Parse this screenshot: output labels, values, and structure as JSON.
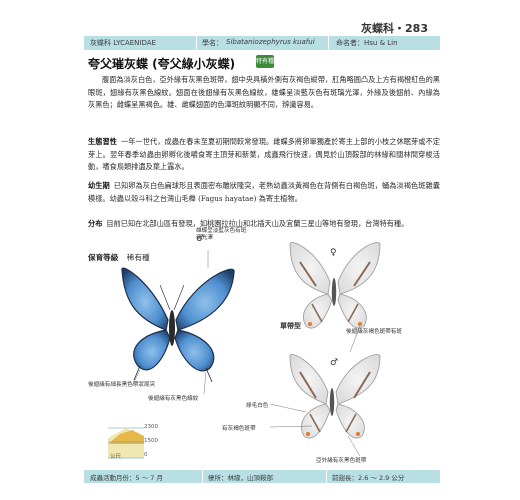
{
  "header": {
    "family_page": "灰蝶科・283"
  },
  "info_bar": {
    "family": "灰蝶科 LYCAENIDAE",
    "scientific_label": "學名：",
    "scientific_name": "Sibataniozephyrus kuafui",
    "author": "命名者：Hsu & Lin"
  },
  "species": {
    "title": "夸父璀灰蝶 (夸父綠小灰蝶)",
    "badge": "特有種"
  },
  "description": {
    "intro": "腹面為淡灰白色，亞外緣有灰黑色斑帶，翅中央具橫外側有灰褐色縱帶，肛角略圓凸及上方有褐橙紅色的黑眼斑，翅緣有灰黑色線紋。翅面在後翅緣有灰黑色線紋，雄蝶呈淡藍灰色有斑璃光澤，外緣及後翅前、內緣為灰黑色；雌蝶呈黑褐色。雄、雌蝶翅面的色澤斑紋明顯不同，辨識容易。",
    "ecology_label": "生態習性",
    "ecology": "一年一世代，成蟲在春末至夏初期間較常發現。雌蝶多將卵單獨產於寄主上部的小枝之休眠芽或不定芽上。翌年春季幼蟲由卵孵化後嚼食寄主頂芽和新葉，成蟲飛行快速，偶見於山頂鞍部的林緣和闊林間穿梭活動，嗜食鳥類排遺及葉上露水。",
    "larva_label": "幼生期",
    "larva": "已知卵為灰白色扁球形且表面密布雕狀隆突，老熟幼蟲淡黃褐色在背側有白褐色斑，蛹為淡褐色斑雜囊模樣。幼蟲以殼斗科之台灣山毛櫸 (Fagus hayatae) 為寄主植物。",
    "distribution_label": "分布",
    "distribution": "目前已知在北部山區有發現，如桃園拉拉山和北插天山及宜蘭三星山等地有發現，台灣特有種。"
  },
  "protection": {
    "label": "保育等級",
    "value": "稀有種"
  },
  "annotations": {
    "female_symbol": "♀",
    "male_symbol": "♂",
    "forewing_blue": "雄蝶呈淡藍灰色有斑璃光澤",
    "margin_black": "後翅緣有細長黑色帶狀尾突",
    "marginal_lines": "後翅緣有灰黑色線紋",
    "form_label": "單帶型",
    "female_tail_right": "後翅緣灰褐色斑帶有斑",
    "white_dots": "綠毛白色",
    "brown_band": "有灰褐色斑帶",
    "sub_margin": "亞外緣有灰黑色斑帶"
  },
  "elevation": {
    "top": "2300",
    "mid": "1500",
    "bottom": "0",
    "unit": "公尺"
  },
  "footer": {
    "active_months": "成蟲活動月份：5 ～ 7 月",
    "habitat": "棲所：林緣，山頂鞍部",
    "forewing_length": "前翅長：2.6 ～ 2.9 公分"
  }
}
